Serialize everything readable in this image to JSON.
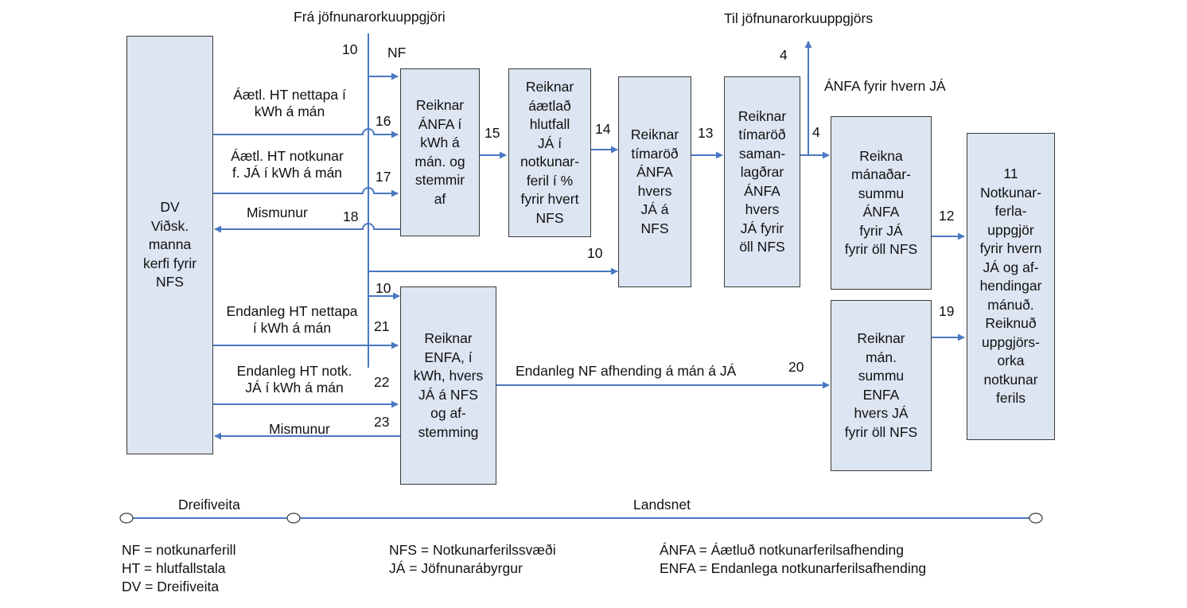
{
  "boxes": {
    "dv": "DV\nViðsk.\nmanna\nkerfi fyrir\nNFS",
    "reiknar_anfa": "Reiknar\nÁNFA í\nkWh á\nmán. og\nstemmir\naf",
    "reiknar_hlutfall": "Reiknar\náætlað\nhlutfall\nJÁ í\nnotkunar-\nferil í %\nfyrir hvert\nNFS",
    "timarod_anfa": "Reiknar\ntímaröð\nÁNFA\nhvers\nJÁ á\nNFS",
    "timarod_samanlagdrar": "Reiknar\ntímaröð\nsaman-\nlagðrar\nÁNFA\nhvers\nJÁ fyrir\nöll NFS",
    "manadarsumma": "Reikna\nmánaðar-\nsummu\nÁNFA\nfyrir JÁ\nfyrir öll NFS",
    "uppgjor": "11\nNotkunar-\nferla-\nuppgjör\nfyrir hvern\nJÁ og af-\nhendingar\nmánuð.\nReiknuð\nuppgjörs-\norka\nnotkunar\nferils",
    "reiknar_enfa": "Reiknar\nENFA, í\nkWh, hvers\nJÁ á NFS\nog af-\nstemming",
    "man_summa_enfa": "Reiknar\nmán.\nsummu\nENFA\nhvers JÁ\nfyrir öll NFS"
  },
  "labels": {
    "fra": "Frá jöfnunarorkuuppgjöri",
    "til": "Til jöfnunarorkuuppgjörs",
    "nf": "NF",
    "aaetl_nettap": "Áætl. HT nettapa í\nkWh á mán",
    "aaetl_notkun": "Áætl. HT notkunar\nf. JÁ í kWh á mán",
    "mismunur1": "Mismunur",
    "anfa_hvern": "ÁNFA fyrir hvern JÁ",
    "endanleg_nettap": "Endanleg HT nettapa\ní kWh á mán",
    "endanleg_notk": "Endanleg HT notk.\nJÁ í kWh á mán",
    "mismunur2": "Mismunur",
    "endanleg_nf": "Endanleg NF afhending á mán á JÁ",
    "dreifiveita": "Dreifiveita",
    "landsnet": "Landsnet"
  },
  "numbers": {
    "n10a": "10",
    "n16": "16",
    "n17": "17",
    "n18": "18",
    "n10b": "10",
    "n10c": "10",
    "n15": "15",
    "n14": "14",
    "n13": "13",
    "n4a": "4",
    "n4b": "4",
    "n12": "12",
    "n19": "19",
    "n20": "20",
    "n21": "21",
    "n22": "22",
    "n23": "23"
  },
  "legend": {
    "col1": "NF = notkunarferill\nHT = hlutfallstala\nDV = Dreifiveita",
    "col2": "NFS = Notkunarferilssvæði\nJÁ = Jöfnunarábyrgur",
    "col3": "ÁNFA = Áætluð notkunarferilsafhending\nENFA = Endanlega notkunarferilsafhending"
  },
  "colors": {
    "line": "#4a78c2",
    "box_fill": "#dde5f2",
    "box_border": "#3a3a3a"
  }
}
